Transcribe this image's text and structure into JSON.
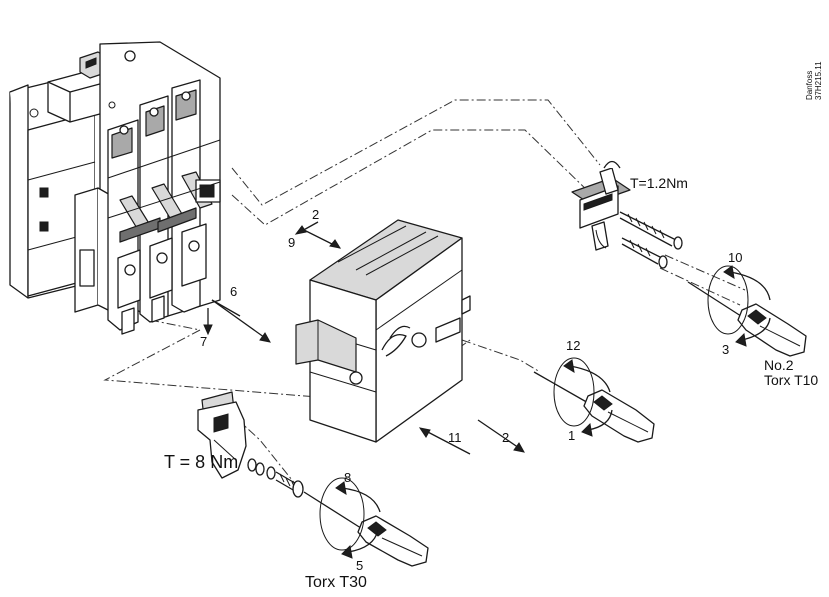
{
  "labels": {
    "step_1": "1",
    "step_2_top": "2",
    "step_2_bottom": "2",
    "step_3": "3",
    "step_5": "5",
    "step_6": "6",
    "step_7": "7",
    "step_8": "8",
    "step_9": "9",
    "step_10": "10",
    "step_11": "11",
    "step_12": "12",
    "torque_small": "T=1.2Nm",
    "torque_large": "T = 8 Nm",
    "tool_small_line1": "No.2",
    "tool_small_line2": "Torx T10",
    "tool_large": "Torx T30",
    "code_line1": "Danfoss",
    "code_line2": "37H215.11"
  }
}
